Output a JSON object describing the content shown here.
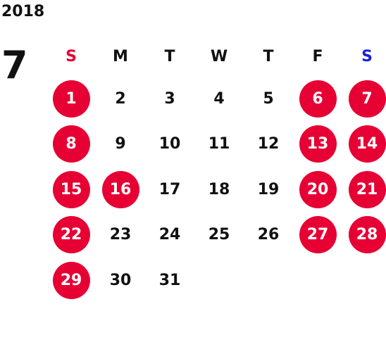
{
  "year": "2018",
  "month": "7",
  "colors": {
    "holiday_circle": "#e60033",
    "sunday_header": "#e60033",
    "saturday_header": "#1a22d6",
    "text": "#111111"
  },
  "weekdays": [
    {
      "label": "S",
      "type": "sunday"
    },
    {
      "label": "M",
      "type": "weekday"
    },
    {
      "label": "T",
      "type": "weekday"
    },
    {
      "label": "W",
      "type": "weekday"
    },
    {
      "label": "T",
      "type": "weekday"
    },
    {
      "label": "F",
      "type": "weekday"
    },
    {
      "label": "S",
      "type": "saturday"
    }
  ],
  "first_weekday_index": 0,
  "days": [
    {
      "day": "1",
      "holiday": true
    },
    {
      "day": "2",
      "holiday": false
    },
    {
      "day": "3",
      "holiday": false
    },
    {
      "day": "4",
      "holiday": false
    },
    {
      "day": "5",
      "holiday": false
    },
    {
      "day": "6",
      "holiday": true
    },
    {
      "day": "7",
      "holiday": true
    },
    {
      "day": "8",
      "holiday": true
    },
    {
      "day": "9",
      "holiday": false
    },
    {
      "day": "10",
      "holiday": false
    },
    {
      "day": "11",
      "holiday": false
    },
    {
      "day": "12",
      "holiday": false
    },
    {
      "day": "13",
      "holiday": true
    },
    {
      "day": "14",
      "holiday": true
    },
    {
      "day": "15",
      "holiday": true
    },
    {
      "day": "16",
      "holiday": true
    },
    {
      "day": "17",
      "holiday": false
    },
    {
      "day": "18",
      "holiday": false
    },
    {
      "day": "19",
      "holiday": false
    },
    {
      "day": "20",
      "holiday": true
    },
    {
      "day": "21",
      "holiday": true
    },
    {
      "day": "22",
      "holiday": true
    },
    {
      "day": "23",
      "holiday": false
    },
    {
      "day": "24",
      "holiday": false
    },
    {
      "day": "25",
      "holiday": false
    },
    {
      "day": "26",
      "holiday": false
    },
    {
      "day": "27",
      "holiday": true
    },
    {
      "day": "28",
      "holiday": true
    },
    {
      "day": "29",
      "holiday": true
    },
    {
      "day": "30",
      "holiday": false
    },
    {
      "day": "31",
      "holiday": false
    }
  ]
}
